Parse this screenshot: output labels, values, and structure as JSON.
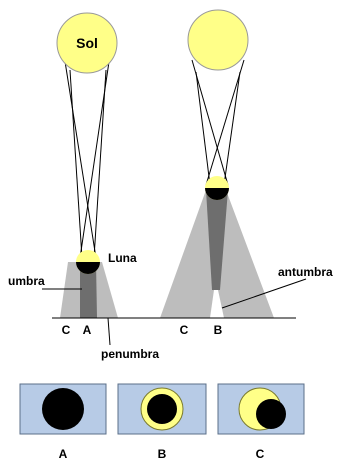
{
  "labels": {
    "sun": "Sol",
    "moon": "Luna",
    "umbra": "umbra",
    "penumbra": "penumbra",
    "antumbra": "antumbra",
    "ground_left_c": "C",
    "ground_left_a": "A",
    "ground_right_c": "C",
    "ground_right_b": "B",
    "panel_a": "A",
    "panel_b": "B",
    "panel_c": "C"
  },
  "colors": {
    "sun_fill": "#FFFF88",
    "sun_stroke": "#999999",
    "moon_dark": "#000000",
    "moon_light": "#FFFF88",
    "penumbra_fill": "#BDBDBD",
    "umbra_fill": "#6E6E6E",
    "antumbra_fill": "#FFFFFF",
    "panel_sky": "#B7CBE6",
    "panel_border": "#5B6F88",
    "panel_sun_fill": "#FFFF88",
    "panel_sun_stroke": "#7A7A2E",
    "line": "#000000"
  }
}
